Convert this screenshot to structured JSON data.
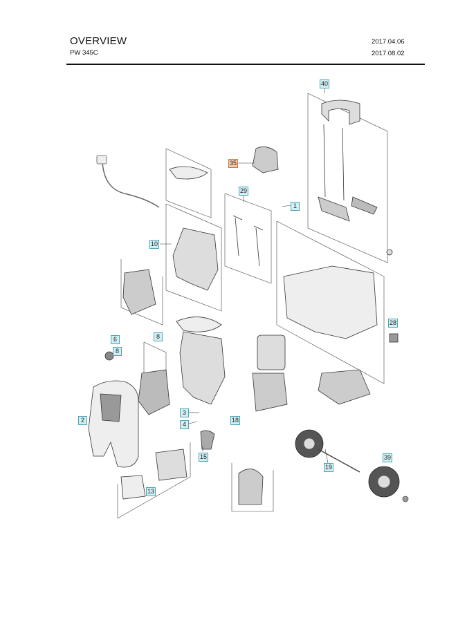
{
  "header": {
    "title": "OVERVIEW",
    "model": "PW 345C",
    "date_created": "2017.04.06",
    "date_revised": "2017.08.02"
  },
  "callouts": [
    {
      "label": "40",
      "highlight": false
    },
    {
      "label": "35",
      "highlight": true
    },
    {
      "label": "29",
      "highlight": false
    },
    {
      "label": "1",
      "highlight": false
    },
    {
      "label": "10",
      "highlight": false
    },
    {
      "label": "28",
      "highlight": false
    },
    {
      "label": "6",
      "highlight": false
    },
    {
      "label": "8",
      "highlight": false
    },
    {
      "label": "8",
      "highlight": false
    },
    {
      "label": "2",
      "highlight": false
    },
    {
      "label": "3",
      "highlight": false
    },
    {
      "label": "4",
      "highlight": false
    },
    {
      "label": "18",
      "highlight": false
    },
    {
      "label": "15",
      "highlight": false
    },
    {
      "label": "13",
      "highlight": false
    },
    {
      "label": "19",
      "highlight": false
    },
    {
      "label": "39",
      "highlight": false
    }
  ],
  "colors": {
    "callout_bg": "#d3eff3",
    "callout_border": "#4aa6b4",
    "highlight_bg": "#f6c9ae",
    "highlight_border": "#d0703d"
  }
}
